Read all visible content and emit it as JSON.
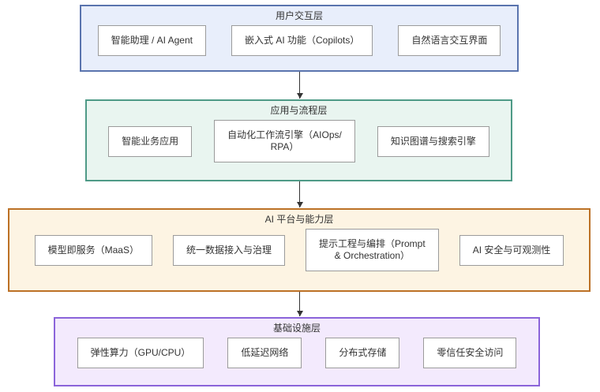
{
  "diagram": {
    "palette": {
      "canvas_background": "#ffffff",
      "node_fill": "#ffffff",
      "node_border": "#9b9b9b",
      "text_color": "#333333",
      "arrow_color": "#333333"
    },
    "layers": [
      {
        "title": "用户交互层",
        "border_color": "#5a74ae",
        "fill_color": "#e8eefb",
        "boxes": [
          {
            "label": "智能助理 / AI Agent"
          },
          {
            "label": "嵌入式 AI 功能（Copilots）"
          },
          {
            "label": "自然语言交互界面"
          }
        ]
      },
      {
        "title": "应用与流程层",
        "border_color": "#4e9a87",
        "fill_color": "#e9f5f0",
        "boxes": [
          {
            "label": "智能业务应用"
          },
          {
            "label": "自动化工作流引擎（AIOps/\nRPA）"
          },
          {
            "label": "知识图谱与搜索引擎"
          }
        ]
      },
      {
        "title": "AI 平台与能力层",
        "border_color": "#bc7126",
        "fill_color": "#fdf4e3",
        "boxes": [
          {
            "label": "模型即服务（MaaS）"
          },
          {
            "label": "统一数据接入与治理"
          },
          {
            "label": "提示工程与编排（Prompt\n& Orchestration）"
          },
          {
            "label": "AI 安全与可观测性"
          }
        ]
      },
      {
        "title": "基础设施层",
        "border_color": "#8b64da",
        "fill_color": "#f3eafd",
        "boxes": [
          {
            "label": "弹性算力（GPU/CPU）"
          },
          {
            "label": "低延迟网络"
          },
          {
            "label": "分布式存储"
          },
          {
            "label": "零信任安全访问"
          }
        ]
      }
    ]
  }
}
